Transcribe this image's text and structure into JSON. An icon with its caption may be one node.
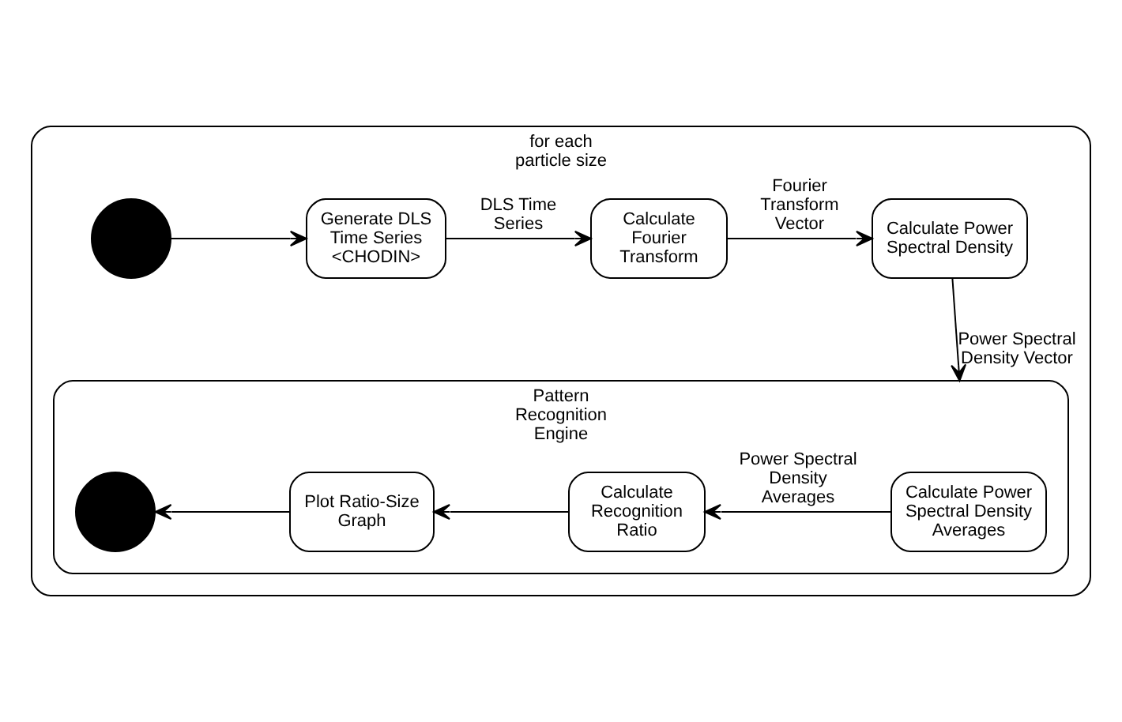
{
  "diagram": {
    "nodes": [
      {
        "text": [
          "for each particle size"
        ]
      },
      {
        "text": [],
        "shape": "circle",
        "in": 0
      },
      {
        "text": [
          "Generate DLS Time Series <CHODIN>"
        ],
        "in": 0
      },
      {
        "text": [
          "Calculate Fourier Transform"
        ],
        "in": 0
      },
      {
        "text": [
          "Calculate Power Spectral Density"
        ],
        "in": 0
      },
      {
        "text": [
          "Pattern Recognition Engine"
        ],
        "in": 0
      },
      {
        "text": [
          "Calculate Power Spectral Density Averages"
        ],
        "in": 5
      },
      {
        "text": [
          "Calculate Recognition Ratio"
        ],
        "in": 5
      },
      {
        "text": [
          "Plot Ratio-Size Graph"
        ],
        "in": 5
      },
      {
        "text": [],
        "shape": "circle",
        "in": 5
      }
    ],
    "edges": [
      {
        "from": 1,
        "to": 2,
        "arrow": "to"
      },
      {
        "from": 2,
        "to": 3,
        "arrow": "to",
        "label": "DLS Time Series"
      },
      {
        "from": 3,
        "to": 4,
        "arrow": "to",
        "label": "Fourier Transform Vector"
      },
      {
        "from": 4,
        "to": 5,
        "arrow": "to",
        "label": "Power Spectral Density Vector"
      },
      {
        "from": 6,
        "to": 7,
        "arrow": "to",
        "label": "Power Spectral Density Averages"
      },
      {
        "from": 7,
        "to": 8,
        "arrow": "to"
      },
      {
        "from": 8,
        "to": 9,
        "arrow": "to"
      }
    ]
  }
}
